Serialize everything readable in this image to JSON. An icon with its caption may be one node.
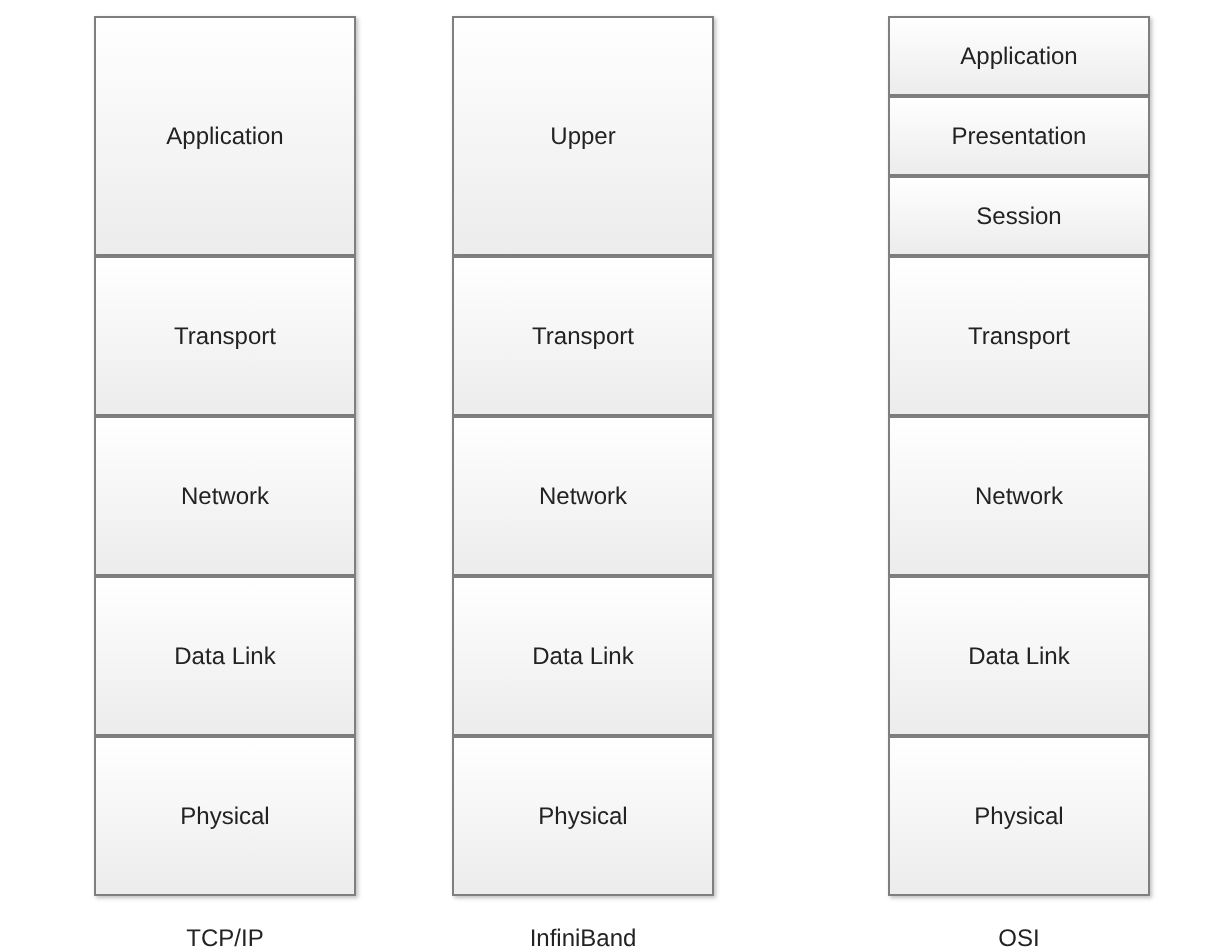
{
  "diagram": {
    "nodes": [
      {
        "text": [
          "TCP/IP"
        ]
      },
      {
        "text": [
          "Application"
        ],
        "in": 0
      },
      {
        "text": [
          "Transport"
        ],
        "in": 0
      },
      {
        "text": [
          "Network"
        ],
        "in": 0
      },
      {
        "text": [
          "Data Link"
        ],
        "in": 0
      },
      {
        "text": [
          "Physical"
        ],
        "in": 0
      },
      {
        "text": [
          "InfiniBand"
        ]
      },
      {
        "text": [
          "Upper"
        ],
        "in": 6
      },
      {
        "text": [
          "Transport"
        ],
        "in": 6
      },
      {
        "text": [
          "Network"
        ],
        "in": 6
      },
      {
        "text": [
          "Data Link"
        ],
        "in": 6
      },
      {
        "text": [
          "Physical"
        ],
        "in": 6
      },
      {
        "text": [
          "OSI"
        ]
      },
      {
        "text": [
          "Application"
        ],
        "in": 12
      },
      {
        "text": [
          "Presentation"
        ],
        "in": 12
      },
      {
        "text": [
          "Session"
        ],
        "in": 12
      },
      {
        "text": [
          "Transport"
        ],
        "in": 12
      },
      {
        "text": [
          "Network"
        ],
        "in": 12
      },
      {
        "text": [
          "Data Link"
        ],
        "in": 12
      },
      {
        "text": [
          "Physical"
        ],
        "in": 12
      }
    ]
  }
}
